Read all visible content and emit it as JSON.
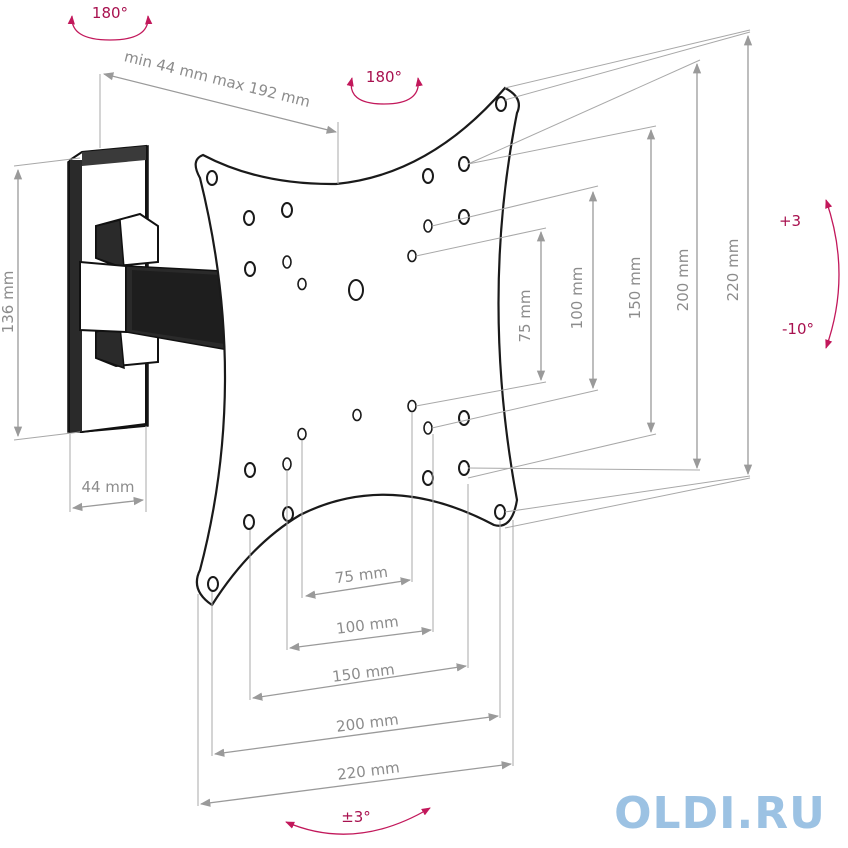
{
  "labels": {
    "rotation_wall_top": "180°",
    "rotation_arm_top": "180°",
    "extension": "min 44 mm max 192 mm",
    "tilt_up": "+3",
    "tilt_down": "-10°",
    "swivel_bottom": "±3°",
    "bracket_height": "136 mm",
    "bracket_width": "44 mm",
    "vert_75": "75 mm",
    "vert_100": "100 mm",
    "vert_150": "150 mm",
    "vert_200": "200 mm",
    "vert_220": "220 mm",
    "horiz_75": "75 mm",
    "horiz_100": "100 mm",
    "horiz_150": "150 mm",
    "horiz_200": "200 mm",
    "horiz_220": "220 mm"
  },
  "watermark": "OLDI.RU",
  "colors": {
    "dimension": "#8c8c8c",
    "rotation_arrow": "#c2185b",
    "outline": "#1a1a1a",
    "watermark": "#9cc2e3"
  }
}
